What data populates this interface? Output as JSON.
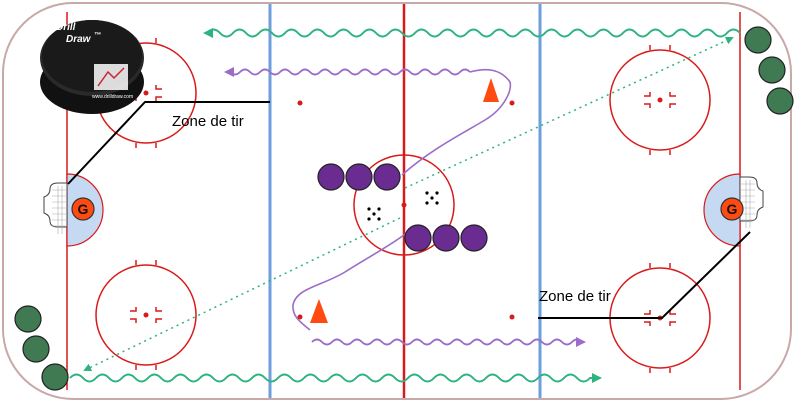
{
  "labels": {
    "zone_left": "Zone de tir",
    "zone_right": "Zone de tir"
  },
  "goalie": {
    "left": "G",
    "right": "G"
  },
  "logo": {
    "line1": "Drill",
    "line2": "Draw",
    "mark": "™",
    "url": "www.drilldraw.com"
  },
  "colors": {
    "rink_border": "#c9a8a8",
    "red_line": "#d91a1a",
    "blue_line": "#6d9ede",
    "crease": "#c5daf2",
    "green_player": "#3f7a52",
    "purple_player": "#6a2c91",
    "skate_path": "#9b6dc9",
    "wave_path": "#2db37f",
    "cone": "#ff4a12"
  },
  "players": {
    "green_groups": [
      "top-right",
      "bottom-left"
    ],
    "purple_groups": [
      "center-top",
      "center-bottom"
    ]
  },
  "icons": [
    "cone-icon",
    "puck-icon",
    "net-icon",
    "goalie-icon"
  ]
}
